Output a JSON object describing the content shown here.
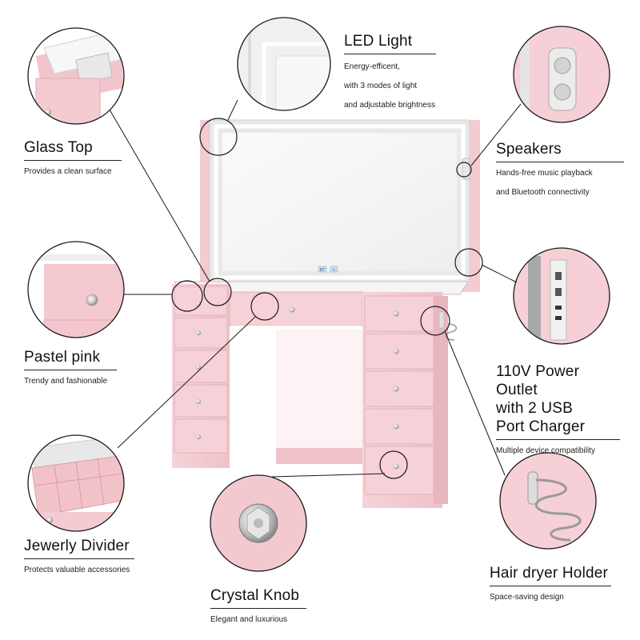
{
  "features": {
    "led": {
      "title": "LED Light",
      "desc": [
        "Energy-efficent,",
        "with 3 modes of light",
        "and adjustable brightness"
      ]
    },
    "glass": {
      "title": "Glass Top",
      "desc": [
        "Provides a clean surface"
      ]
    },
    "speakers": {
      "title": "Speakers",
      "desc": [
        "Hands-free music playback",
        "and Bluetooth connectivity"
      ]
    },
    "pastel": {
      "title": "Pastel pink",
      "desc": [
        "Trendy and fashionable"
      ]
    },
    "outlet": {
      "title_lines": [
        "110V Power Outlet",
        "with 2 USB",
        "Port Charger"
      ],
      "desc": [
        "Multiple device compatibility"
      ]
    },
    "jewelry": {
      "title": "Jewerly Divider",
      "desc": [
        "Protects valuable accessories"
      ]
    },
    "crystal": {
      "title": "Crystal Knob",
      "desc": [
        "Elegant and luxurious"
      ]
    },
    "hairdryer": {
      "title": "Hair dryer Holder",
      "desc": [
        "Space-saving design"
      ]
    }
  },
  "mirror_panel": {
    "btn_left": "BT",
    "btn_right": "☼"
  },
  "colors": {
    "pink": "#f2c9cf",
    "pink_dark": "#e4b2ba",
    "pink_shadow": "#d9a2ab",
    "line": "#1a1a1a"
  }
}
